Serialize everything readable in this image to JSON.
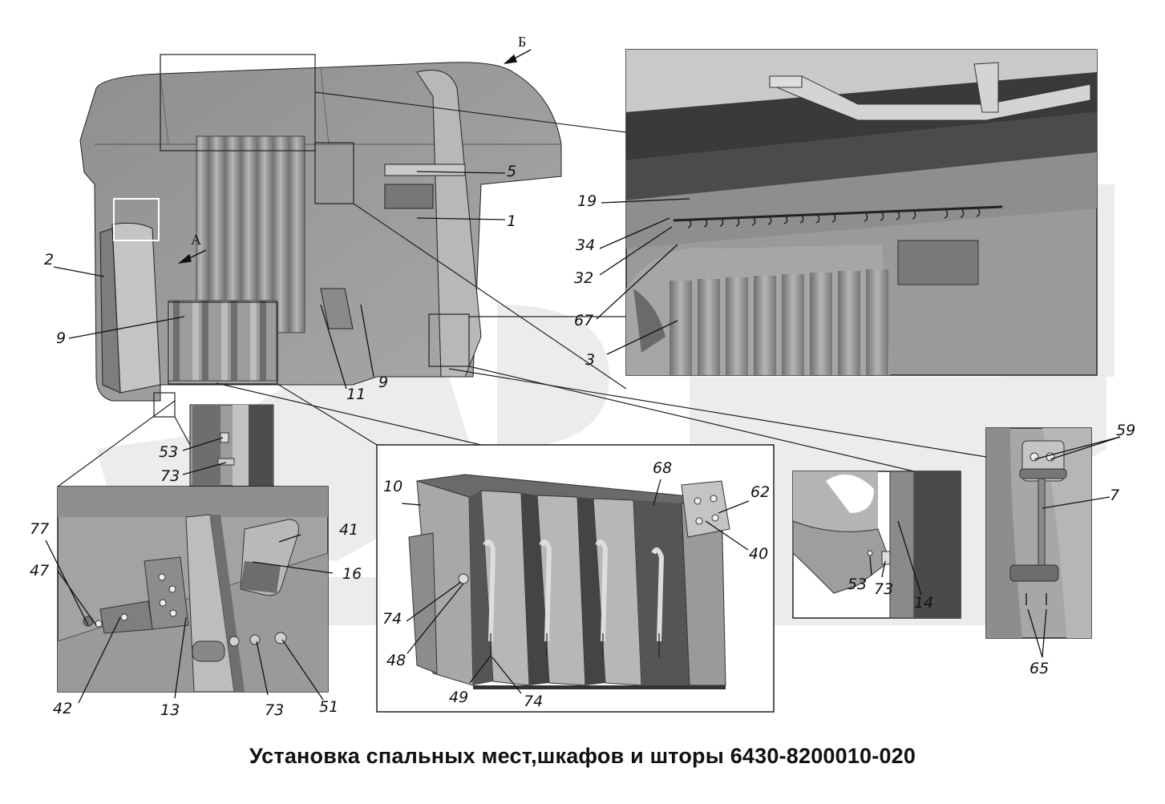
{
  "title": "Установка спальных мест,шкафов и шторы 6430-8200010-020",
  "view_markers": {
    "a": "А",
    "b": "Б"
  },
  "labels": {
    "main": [
      "1",
      "2",
      "5",
      "9",
      "9",
      "11"
    ],
    "sleeper_rail": [
      "19",
      "34",
      "32",
      "67",
      "3"
    ],
    "small_insert": [
      "53",
      "73"
    ],
    "mount_detail": [
      "77",
      "47",
      "41",
      "16",
      "42",
      "13",
      "73",
      "51"
    ],
    "cabinet": [
      "10",
      "68",
      "62",
      "40",
      "74",
      "48",
      "49",
      "74"
    ],
    "bracket": [
      "53",
      "73",
      "14"
    ],
    "strap": [
      "59",
      "7",
      "65"
    ]
  },
  "colors": {
    "line": "#111111",
    "panel": "#9a9a9a",
    "watermark": "#ececec",
    "frame": "#333333"
  }
}
